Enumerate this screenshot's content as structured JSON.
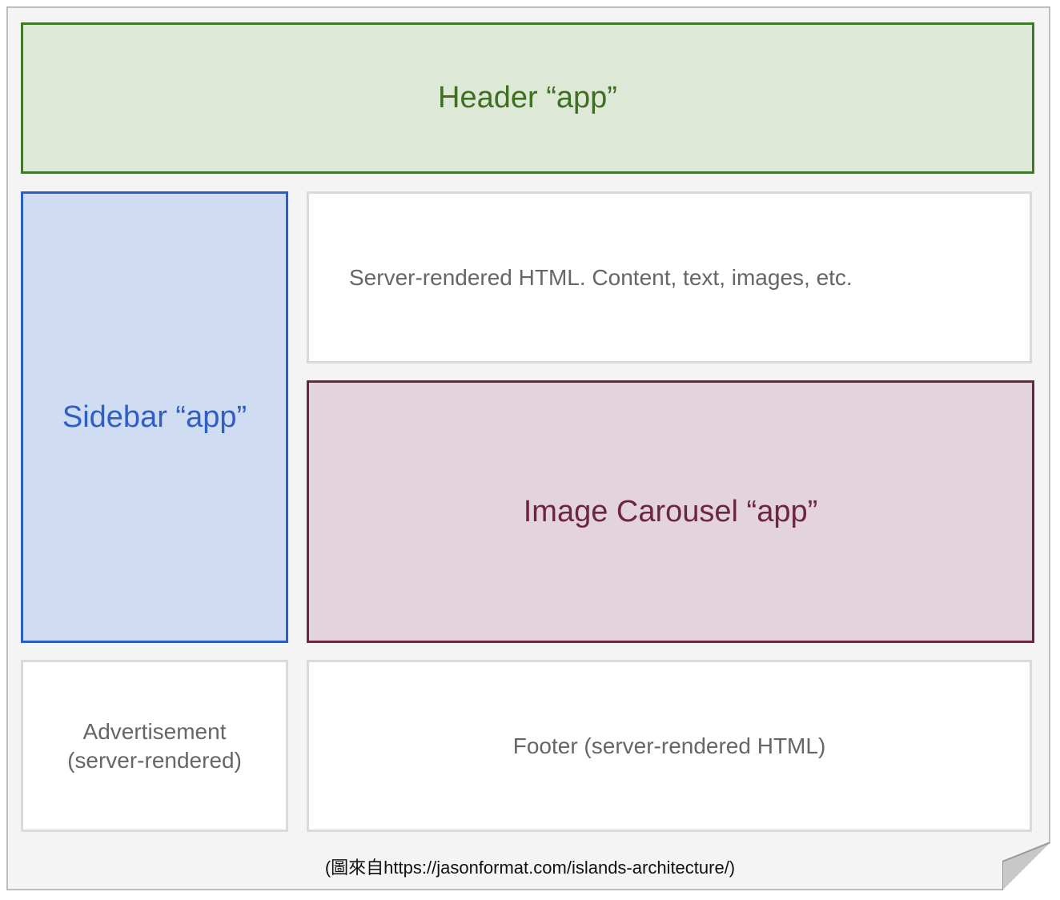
{
  "diagram": {
    "header": {
      "label": "Header “app”"
    },
    "sidebar": {
      "label": "Sidebar “app”"
    },
    "content": {
      "label": "Server-rendered HTML. Content, text, images, etc."
    },
    "carousel": {
      "label": "Image Carousel “app”"
    },
    "advertisement": {
      "line1": "Advertisement",
      "line2": "(server-rendered)"
    },
    "footer": {
      "label": "Footer (server-rendered HTML)"
    },
    "caption": "(圖來自https://jasonformat.com/islands-architecture/)"
  },
  "colors": {
    "header_fill": "#dde8d6",
    "header_border": "#3f7a2b",
    "sidebar_fill": "#cfdcf1",
    "sidebar_border": "#2c5fc6",
    "carousel_fill": "#e3d3dd",
    "carousel_border": "#6b2740",
    "static_border": "#dadada",
    "page_background": "#f4f4f4"
  }
}
